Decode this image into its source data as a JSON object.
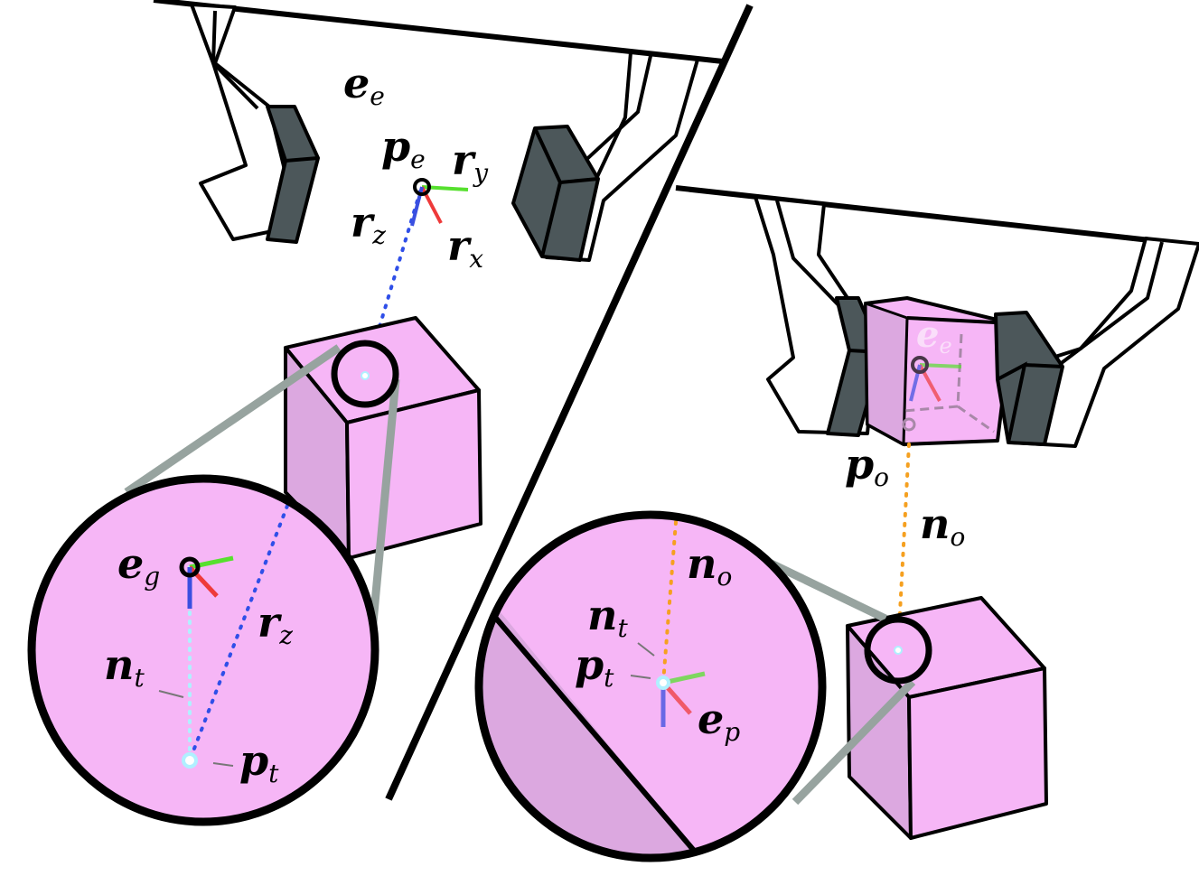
{
  "colors": {
    "cube_face": "#f6b6f6",
    "cube_side": "#dca8e0",
    "gripper_pad": "#4c575a",
    "zoom_connector": "#97a39f",
    "axis_x": "#ee3a3a",
    "axis_y": "#56e02e",
    "axis_z": "#3a4fe0",
    "normal_line": "#b0f0ff",
    "ray_rz": "#2f4fe8",
    "ray_no": "#f5a020"
  },
  "left_panel": {
    "labels": {
      "ee_main": "e",
      "ee_sub": "e",
      "pe_main": "p",
      "pe_sub": "e",
      "ry_main": "r",
      "ry_sub": "y",
      "rx_main": "r",
      "rx_sub": "x",
      "rz_main": "r",
      "rz_sub": "z"
    },
    "zoom": {
      "eg_main": "e",
      "eg_sub": "g",
      "rz_main": "r",
      "rz_sub": "z",
      "nt_main": "n",
      "nt_sub": "t",
      "pt_main": "p",
      "pt_sub": "t"
    }
  },
  "right_panel": {
    "labels": {
      "ee_main": "e",
      "ee_sub": "e",
      "po_main": "p",
      "po_sub": "o",
      "no_main": "n",
      "no_sub": "o"
    },
    "zoom": {
      "no_main": "n",
      "no_sub": "o",
      "nt_main": "n",
      "nt_sub": "t",
      "pt_main": "p",
      "pt_sub": "t",
      "ep_main": "e",
      "ep_sub": "p"
    }
  }
}
